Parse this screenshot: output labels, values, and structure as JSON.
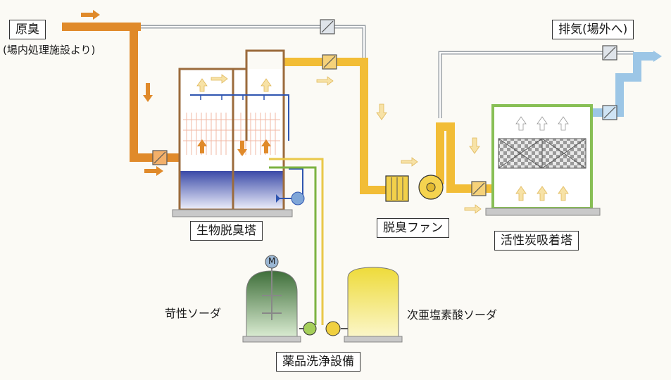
{
  "labels": {
    "source": "原臭",
    "source_note": "(場内処理施設より)",
    "exhaust": "排気(場外へ)",
    "bio_tower": "生物脱臭塔",
    "fan": "脱臭ファン",
    "carbon_tower": "活性炭吸着塔",
    "caustic": "苛性ソーダ",
    "hypochlorite": "次亜塩素酸ソーダ",
    "chem_equipment": "薬品洗浄設備",
    "motor": "M"
  },
  "colors": {
    "raw_odor": "#e08a2a",
    "treated": "#f2bd36",
    "clean": "#9cc6e6",
    "bypass": "#9aa0a6",
    "caustic_line": "#7cb342",
    "hypochlorite_line": "#e9c84a",
    "water_line": "#2f55b0",
    "tower_frame": "#9b6b3c",
    "carbon_frame": "#88bf55"
  }
}
